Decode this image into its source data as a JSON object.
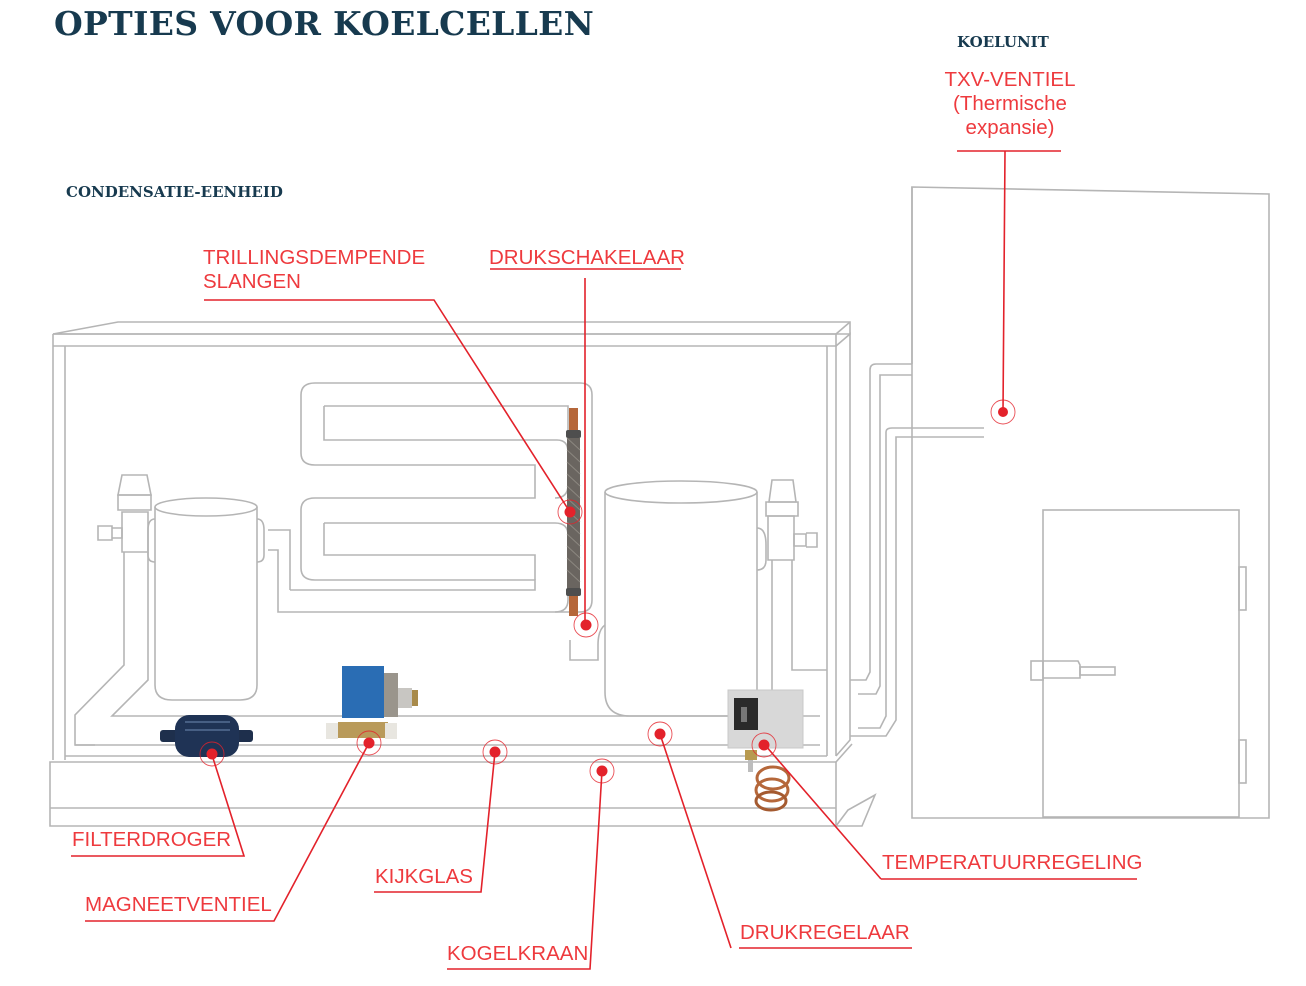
{
  "title": "OPTIES VOOR KOELCELLEN",
  "sections": {
    "condensing_unit": "CONDENSATIE-EENHEID",
    "cooling_unit": "KOELUNIT"
  },
  "colors": {
    "title": "#173a4f",
    "label": "#ee3a3e",
    "leader": "#e3222b",
    "outline": "#b5b5b5"
  },
  "callouts": [
    {
      "id": "txv",
      "lines": [
        "TXV-VENTIEL",
        "(Thermische",
        "expansie)"
      ]
    },
    {
      "id": "vibration-hoses",
      "lines": [
        "TRILLINGSDEMPENDE",
        "SLANGEN"
      ]
    },
    {
      "id": "pressure-switch",
      "lines": [
        "DRUKSCHAKELAAR"
      ]
    },
    {
      "id": "filter-drier",
      "lines": [
        "FILTERDROGER"
      ]
    },
    {
      "id": "solenoid-valve",
      "lines": [
        "MAGNEETVENTIEL"
      ]
    },
    {
      "id": "sight-glass",
      "lines": [
        "KIJKGLAS"
      ]
    },
    {
      "id": "ball-valve",
      "lines": [
        "KOGELKRAAN"
      ]
    },
    {
      "id": "pressure-regulator",
      "lines": [
        "DRUKREGELAAR"
      ]
    },
    {
      "id": "temperature-control",
      "lines": [
        "TEMPERATUURREGELING"
      ]
    }
  ]
}
